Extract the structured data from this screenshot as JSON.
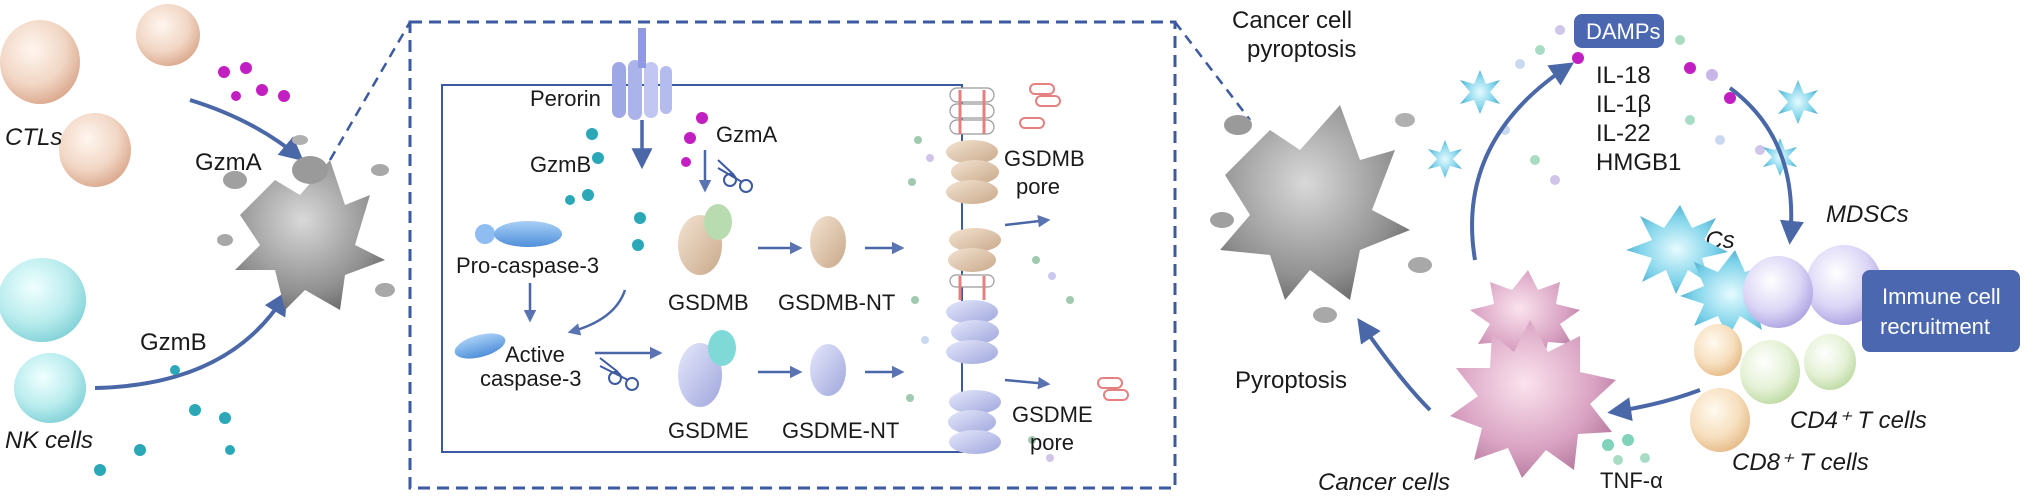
{
  "left_panel": {
    "ctl_label": "CTLs",
    "nk_label": "NK cells",
    "gzma_label": "GzmA",
    "gzmb_label": "GzmB"
  },
  "center_panel": {
    "perforin_label": "Perorin",
    "gzmb_label": "GzmB",
    "gzma_label": "GzmA",
    "procaspase_label": "Pro-caspase-3",
    "active_caspase_label_1": "Active",
    "active_caspase_label_2": "caspase-3",
    "gsdmb_label": "GSDMB",
    "gsdmb_nt_label": "GSDMB-NT",
    "gsdme_label": "GSDME",
    "gsdme_nt_label": "GSDME-NT",
    "gsdmb_pore_label_1": "GSDMB",
    "gsdmb_pore_label_2": "pore",
    "gsdme_pore_label_1": "GSDME",
    "gsdme_pore_label_2": "pore"
  },
  "right_panel": {
    "pyroptosis_title_1": "Cancer cell",
    "pyroptosis_title_2": "pyroptosis",
    "damps_label": "DAMPs",
    "damps_items": [
      "IL-18",
      "IL-1β",
      "IL-22",
      "HMGB1"
    ],
    "mdscs_label": "MDSCs",
    "dcs_label": "DCs",
    "recruitment_label_1": "Immune cell",
    "recruitment_label_2": "recruitment",
    "cd4_label": "CD4⁺ T cells",
    "cd8_label": "CD8⁺ T cells",
    "pyroptosis_label": "Pyroptosis",
    "cancer_cells_label": "Cancer cells",
    "tnf_label": "TNF-α"
  },
  "colors": {
    "arrow": "#4a67a8",
    "dashed_box": "#3b5aa0",
    "box_fill": "#4a67b0",
    "gzma_dot": "#c21fc2",
    "gzmb_dot": "#2aa8b8"
  }
}
